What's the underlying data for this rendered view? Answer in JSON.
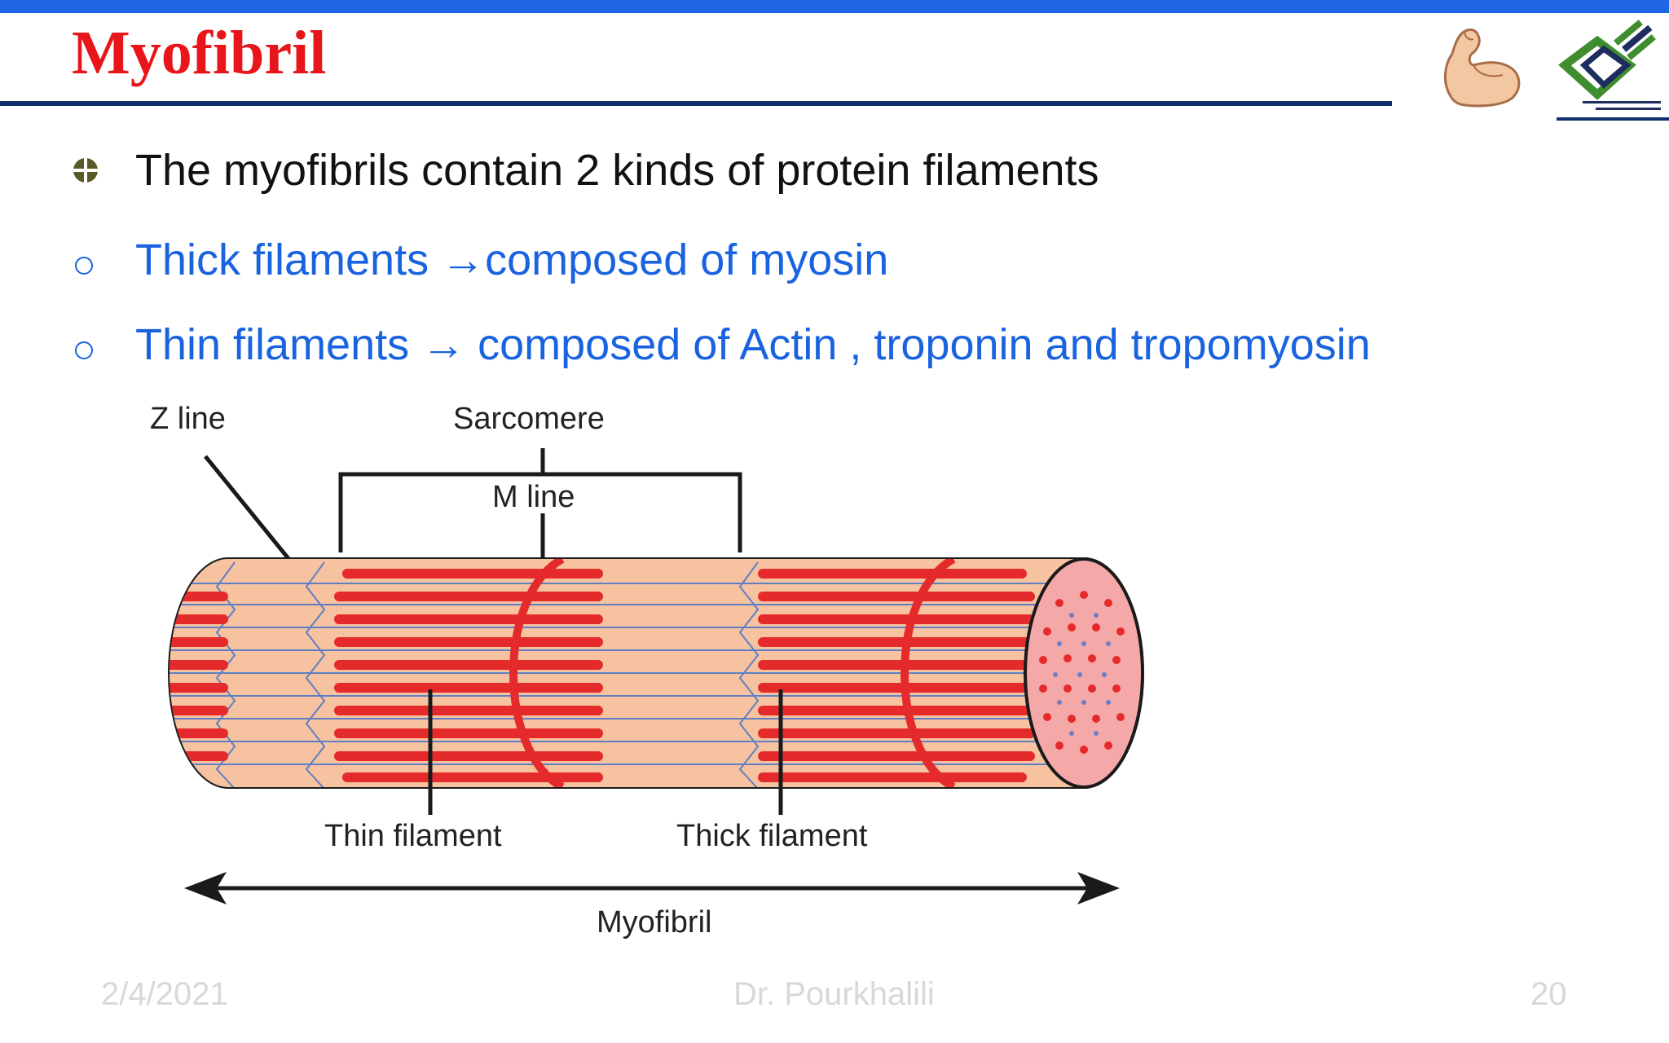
{
  "slide": {
    "title": "Myofibril",
    "bullets": [
      {
        "text": "The myofibrils contain 2 kinds of protein filaments"
      },
      {
        "text": "Thick filaments  →composed of myosin"
      },
      {
        "text": "Thin filaments  → composed of Actin , troponin and tropomyosin"
      }
    ]
  },
  "diagram": {
    "labels": {
      "z_line": "Z line",
      "sarcomere": "Sarcomere",
      "m_line": "M line",
      "thin_filament": "Thin filament",
      "thick_filament": "Thick filament",
      "myofibril": "Myofibril"
    }
  },
  "footer": {
    "date": "2/4/2021",
    "author": "Dr. Pourkhalili",
    "page": "20"
  },
  "colors": {
    "accent_bar": "#1e66e6",
    "title": "#e8161b",
    "sub_bullet": "#1a63e0",
    "rule": "#0f2f6b"
  }
}
